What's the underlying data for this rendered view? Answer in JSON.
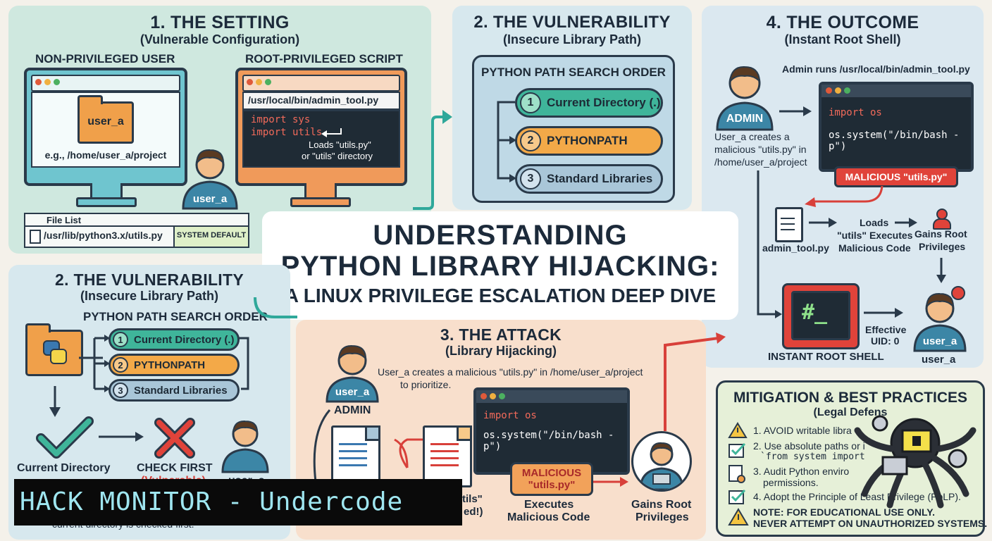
{
  "main_title": {
    "line1": "UNDERSTANDING",
    "line2": "PYTHON LIBRARY HIJACKING:",
    "line3": "A LINUX PRIVILEGE ESCALATION DEEP DIVE"
  },
  "setting": {
    "title": "1. THE SETTING",
    "subtitle": "(Vulnerable Configuration)",
    "left_label": "NON-PRIVILEGED USER",
    "right_label": "ROOT-PRIVILEGED SCRIPT",
    "folder_name": "user_a",
    "folder_path": "e.g., /home/user_a/project",
    "user_name": "user_a",
    "script_path": "/usr/local/bin/admin_tool.py",
    "code_line1": "import sys",
    "code_line2": "import utils",
    "loads_note_1": "Loads \"utils.py\"",
    "loads_note_2": "or \"utils\" directory",
    "file_list_label": "File List",
    "file_list_path": "/usr/lib/python3.x/utils.py",
    "file_list_badge": "SYSTEM DEFAULT"
  },
  "vuln_top": {
    "title": "2. THE VULNERABILITY",
    "subtitle": "(Insecure Library Path)",
    "order_label": "PYTHON PATH SEARCH ORDER",
    "items": [
      {
        "num": "1",
        "label": "Current Directory (.)"
      },
      {
        "num": "2",
        "label": "PYTHONPATH"
      },
      {
        "num": "3",
        "label": "Standard Libraries"
      }
    ]
  },
  "vuln_left": {
    "title": "2. THE VULNERABILITY",
    "subtitle": "(Insecure Library Path)",
    "order_label": "PYTHON PATH SEARCH ORDER",
    "items": [
      {
        "num": "1",
        "label": "Current Directory (.)"
      },
      {
        "num": "2",
        "label": "PYTHONPATH"
      },
      {
        "num": "3",
        "label": "Standard Libraries"
      }
    ],
    "check_label": "Current Directory",
    "check_first": "CHECK FIRST",
    "vulnerable": "(Vulnerable)",
    "user_partial": "user_a",
    "bottom_note": "current directory is checked first."
  },
  "outcome": {
    "title": "4. THE OUTCOME",
    "subtitle": "(Instant Root Shell)",
    "admin_runs": "Admin runs /usr/local/bin/admin_tool.py",
    "admin_label": "ADMIN",
    "creates_1": "User_a creates a",
    "creates_2": "malicious \"utils.py\" in",
    "creates_3": "/home/user_a/project",
    "code_line1": "import os",
    "code_line2": "os.system(\"/bin/bash -p\")",
    "malicious_badge": "MALICIOUS \"utils.py\"",
    "admin_tool": "admin_tool.py",
    "loads_1": "Loads",
    "loads_2": "\"utils\" Executes",
    "loads_3": "Malicious Code",
    "gains_1": "Gains Root",
    "gains_2": "Privileges",
    "shell_prompt": "#_",
    "shell_label": "INSTANT ROOT SHELL",
    "effective_1": "Effective",
    "effective_2": "UID: 0",
    "user_badge": "user_a",
    "user_name": "user_a"
  },
  "attack": {
    "title": "3. THE ATTACK",
    "subtitle": "(Library Hijacking)",
    "user_badge": "user_a",
    "admin_label": "ADMIN",
    "desc_1": "User_a creates a malicious \"utils.py\" in /home/user_a/project",
    "desc_2": "to prioritize.",
    "code_line1": "import os",
    "code_line2": "os.system(\"/bin/bash -p\")",
    "malicious_1": "MALICIOUS",
    "malicious_2": "\"utils.py\"",
    "exec_1": "Executes",
    "exec_2": "Malicious Code",
    "gains_1": "Gains Root",
    "gains_2": "Privileges",
    "partial_1": "tils\"",
    "partial_2": "ed!)"
  },
  "mitigation": {
    "title": "MITIGATION & BEST PRACTICES",
    "subtitle": "(Legal Defens",
    "items": [
      "1. AVOID writable libra",
      "2. Use absolute paths or i",
      "`from system import",
      "3. Audit Python enviro",
      "permissions.",
      "4. Adopt the Principle of Least Privilege (PoLP).",
      "NOTE: FOR EDUCATIONAL USE ONLY.",
      "NEVER ATTEMPT ON UNAUTHORIZED SYSTEMS."
    ]
  },
  "watermark": "HACK MONITOR - Undercode",
  "colors": {
    "setting_bg": "#cfe8df",
    "vuln_bg": "#d7e8ee",
    "outcome_bg": "#dbe8f0",
    "attack_bg": "#f8dfcc",
    "mitigation_bg": "#e6f0d8",
    "teal": "#2fa89a",
    "orange": "#f0a04a",
    "red": "#d8403a",
    "navy": "#1c2a3a"
  }
}
